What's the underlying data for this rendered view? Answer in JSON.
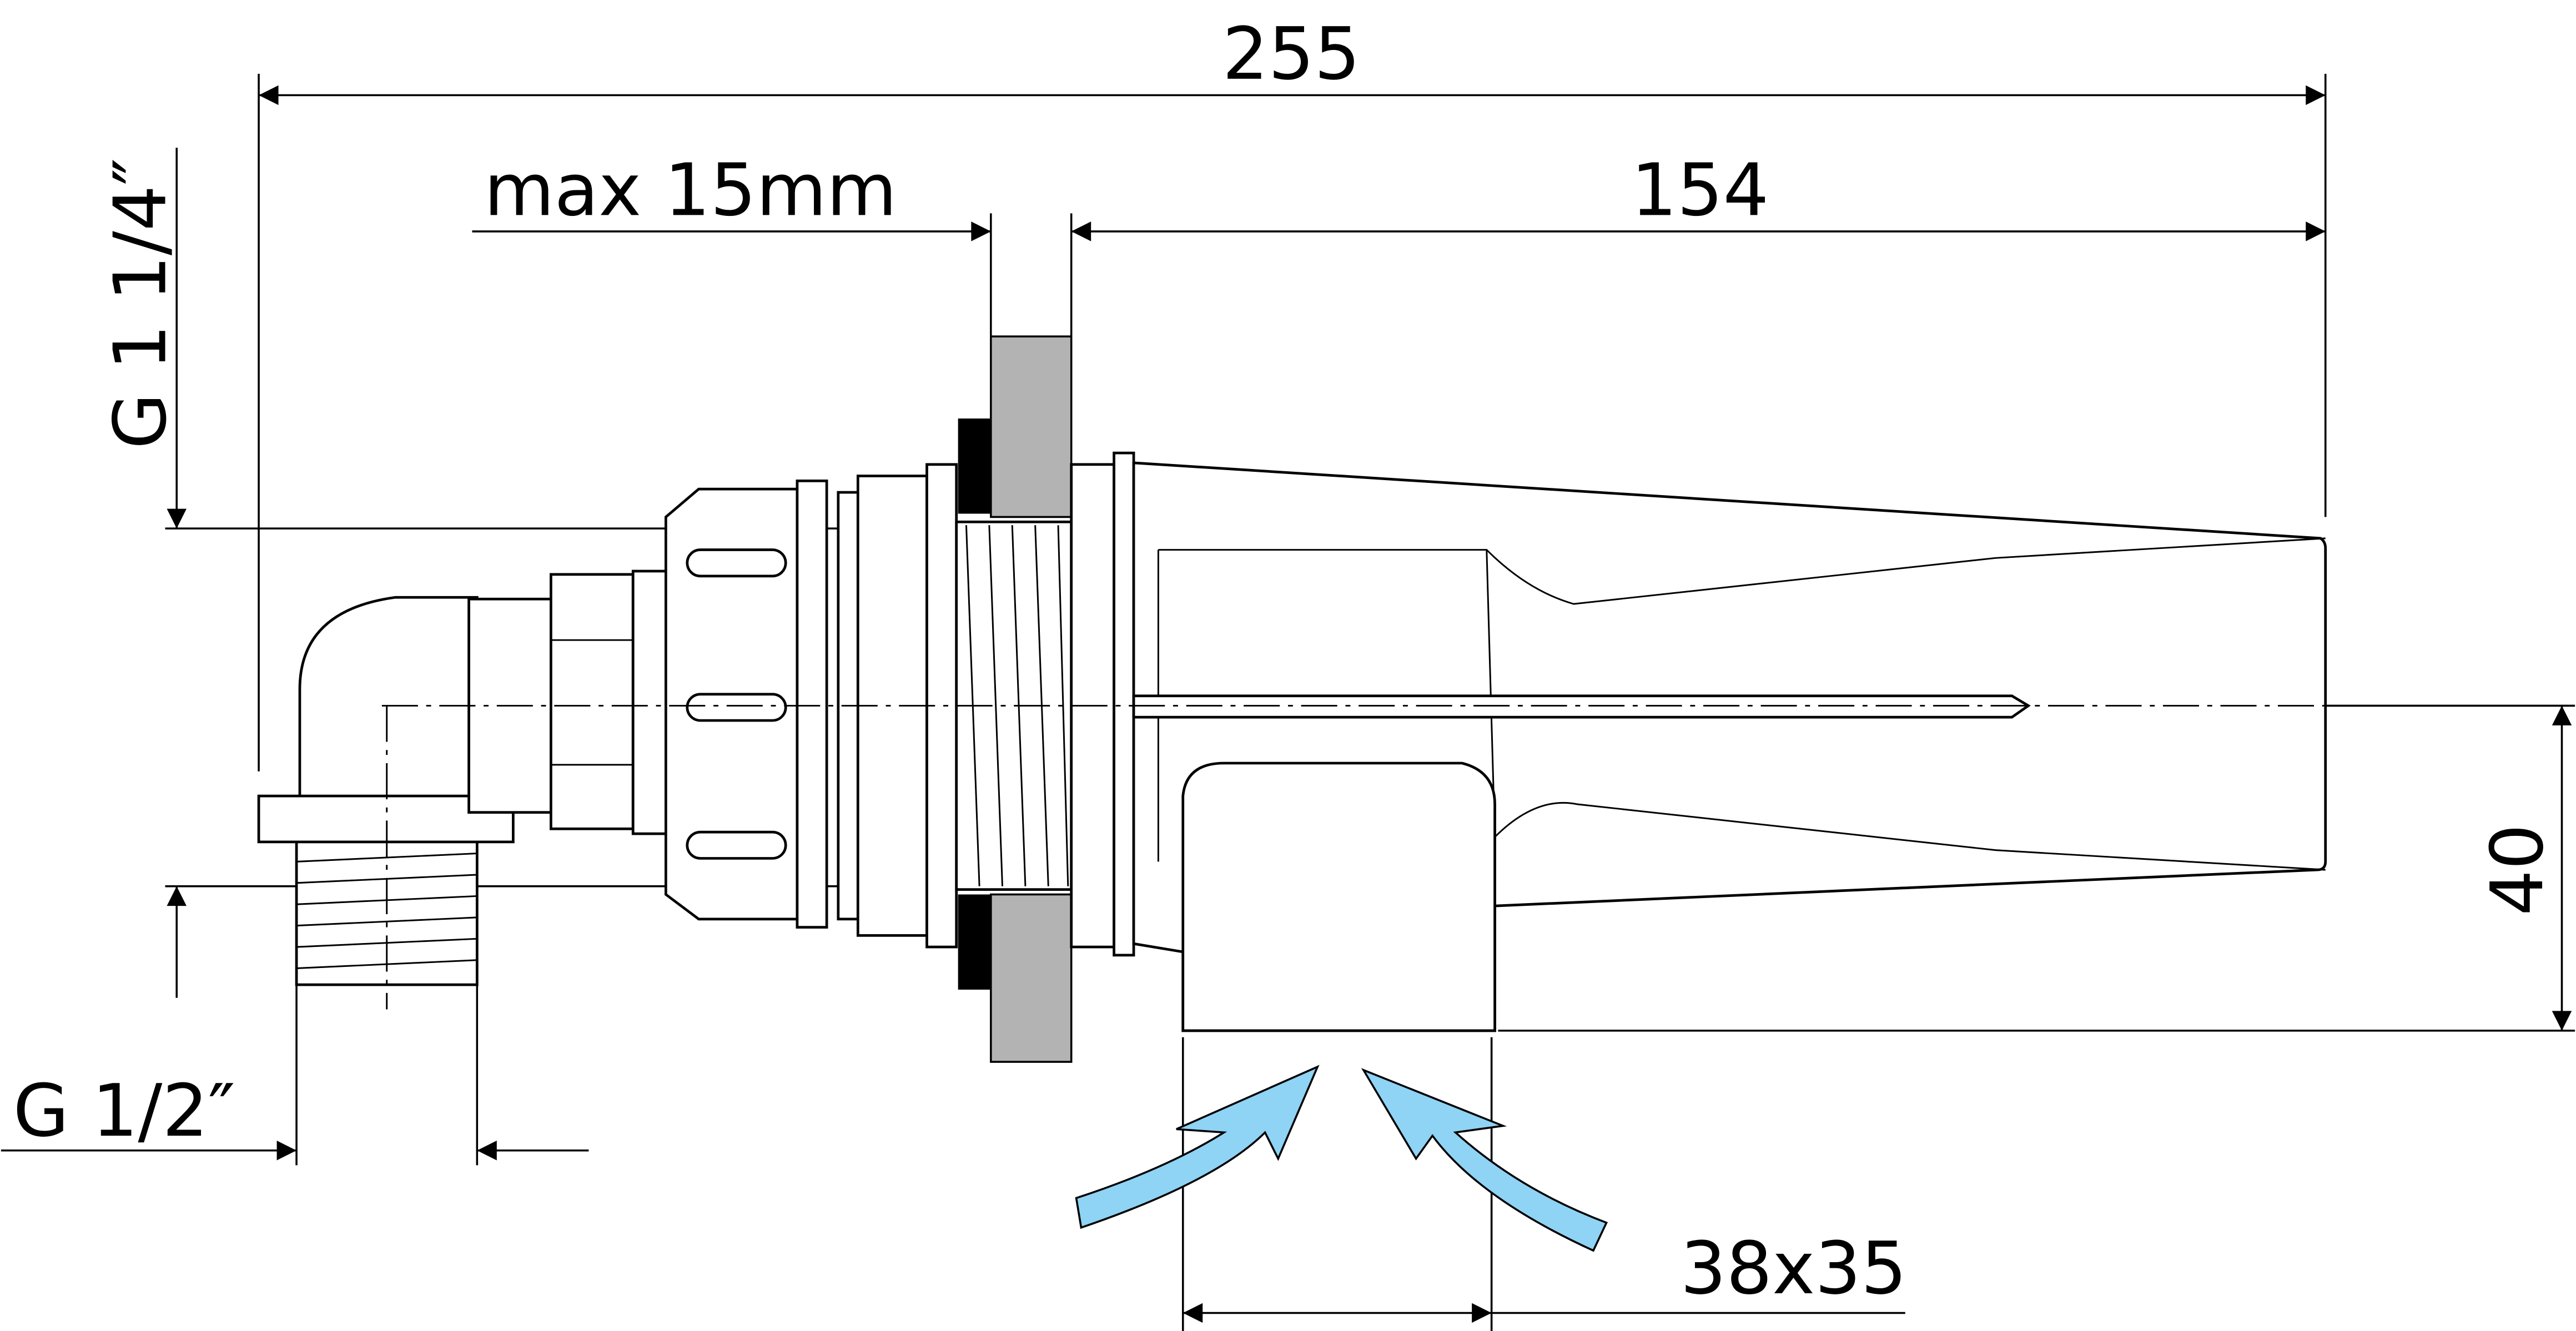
{
  "dimensions": {
    "overall_length": "255",
    "wall_thickness": "max 15mm",
    "nozzle_length": "154",
    "inlet_thread_large": "G 1 1/4″",
    "inlet_thread_small": "G 1/2″",
    "nozzle_height": "40",
    "suction_opening": "38x35"
  },
  "colors": {
    "wall": "#b3b3b3",
    "gasket": "#000000",
    "flow_arrow": "#8fd3f5"
  }
}
